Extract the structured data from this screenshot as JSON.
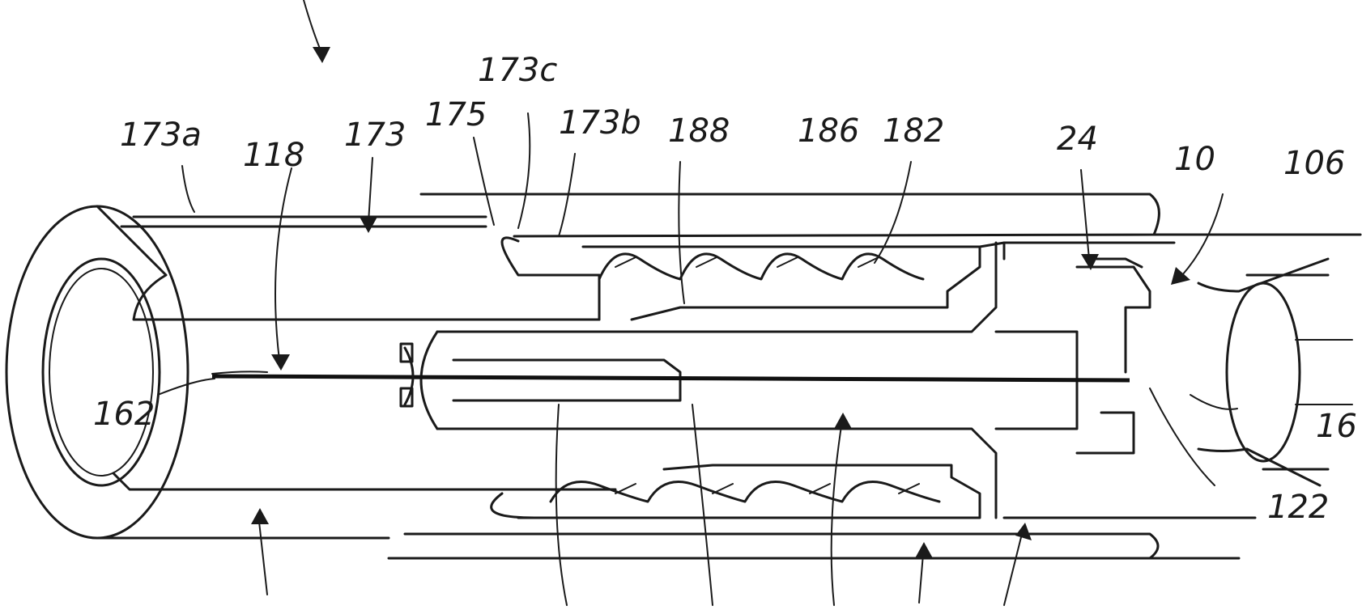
{
  "figure": {
    "labels": {
      "l173a": "173a",
      "l118": "118",
      "l173": "173",
      "l175": "175",
      "l173c": "173c",
      "l173b": "173b",
      "l188": "188",
      "l186": "186",
      "l182": "182",
      "l24": "24",
      "l10": "10",
      "l106": "106",
      "l162": "162",
      "l16": "16",
      "l122": "122"
    }
  }
}
